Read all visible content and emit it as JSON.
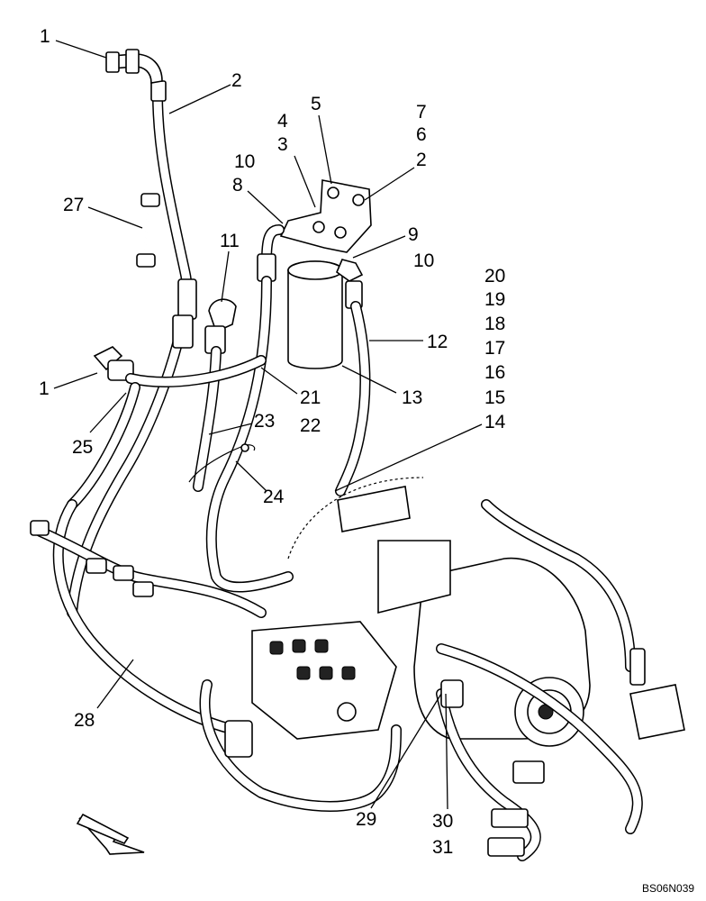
{
  "drawing_code": "BS06N039",
  "callouts": [
    {
      "id": "c1a",
      "label": "1"
    },
    {
      "id": "c2a",
      "label": "2"
    },
    {
      "id": "c27",
      "label": "27"
    },
    {
      "id": "c4",
      "label": "4"
    },
    {
      "id": "c5",
      "label": "5"
    },
    {
      "id": "c3",
      "label": "3"
    },
    {
      "id": "c10a",
      "label": "10"
    },
    {
      "id": "c8",
      "label": "8"
    },
    {
      "id": "c7",
      "label": "7"
    },
    {
      "id": "c6",
      "label": "6"
    },
    {
      "id": "c2b",
      "label": "2"
    },
    {
      "id": "c11",
      "label": "11"
    },
    {
      "id": "c9",
      "label": "9"
    },
    {
      "id": "c10b",
      "label": "10"
    },
    {
      "id": "c20",
      "label": "20"
    },
    {
      "id": "c19",
      "label": "19"
    },
    {
      "id": "c18",
      "label": "18"
    },
    {
      "id": "c12",
      "label": "12"
    },
    {
      "id": "c17",
      "label": "17"
    },
    {
      "id": "c16",
      "label": "16"
    },
    {
      "id": "c1b",
      "label": "1"
    },
    {
      "id": "c21",
      "label": "21"
    },
    {
      "id": "c13",
      "label": "13"
    },
    {
      "id": "c15",
      "label": "15"
    },
    {
      "id": "c25",
      "label": "25"
    },
    {
      "id": "c23",
      "label": "23"
    },
    {
      "id": "c22",
      "label": "22"
    },
    {
      "id": "c14",
      "label": "14"
    },
    {
      "id": "c24",
      "label": "24"
    },
    {
      "id": "c28",
      "label": "28"
    },
    {
      "id": "c29",
      "label": "29"
    },
    {
      "id": "c30",
      "label": "30"
    },
    {
      "id": "c31",
      "label": "31"
    }
  ]
}
